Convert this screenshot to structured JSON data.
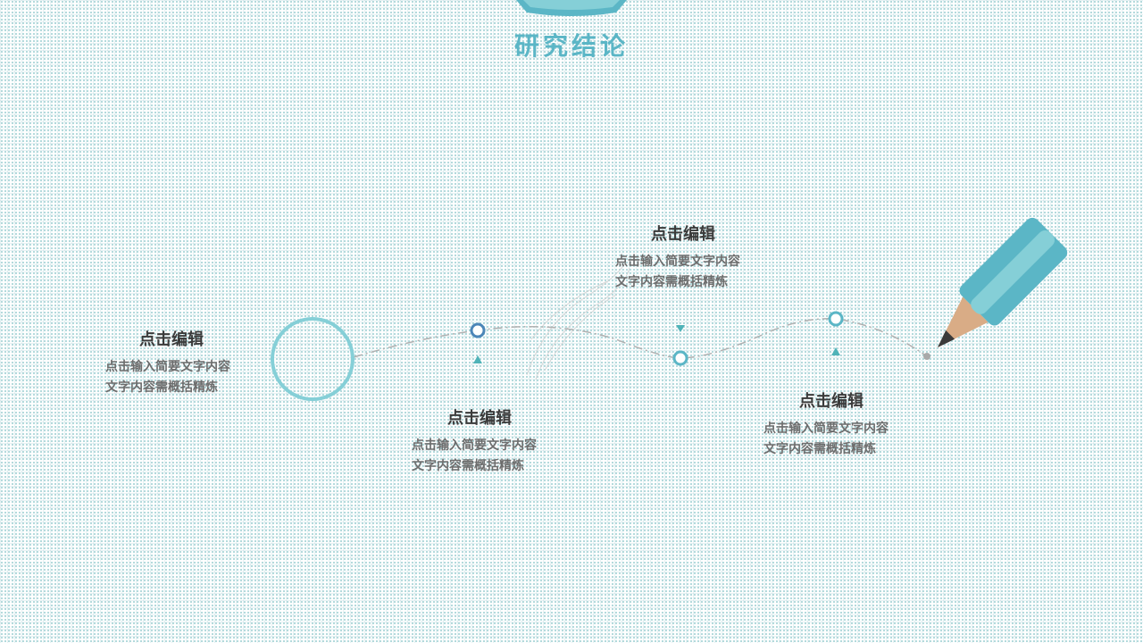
{
  "title": "研究结论",
  "colors": {
    "accent": "#5bb6c6",
    "accent_light": "#85cfd7",
    "title": "#5bb6c6",
    "node_blue": "#4c86b8",
    "pencil_wood": "#d9ac86",
    "pencil_lead": "#3a3a3a",
    "heading": "#3b3b3b",
    "body_text": "#6d6d6d",
    "path": "#b0b0b0"
  },
  "timeline": {
    "items": [
      {
        "heading": "点击编辑",
        "lines": [
          "点击输入简要文字内容",
          "文字内容需概括精炼"
        ]
      },
      {
        "heading": "点击编辑",
        "lines": [
          "点击输入简要文字内容",
          "文字内容需概括精炼"
        ]
      },
      {
        "heading": "点击编辑",
        "lines": [
          "点击输入简要文字内容",
          "文字内容需概括精炼"
        ]
      },
      {
        "heading": "点击编辑",
        "lines": [
          "点击输入简要文字内容",
          "文字内容需概括精炼"
        ]
      }
    ]
  },
  "icons": {
    "decoration": "pencil-icon",
    "start": "circle-icon",
    "markers": [
      "triangle-up-icon",
      "triangle-down-icon",
      "triangle-up-icon"
    ]
  }
}
